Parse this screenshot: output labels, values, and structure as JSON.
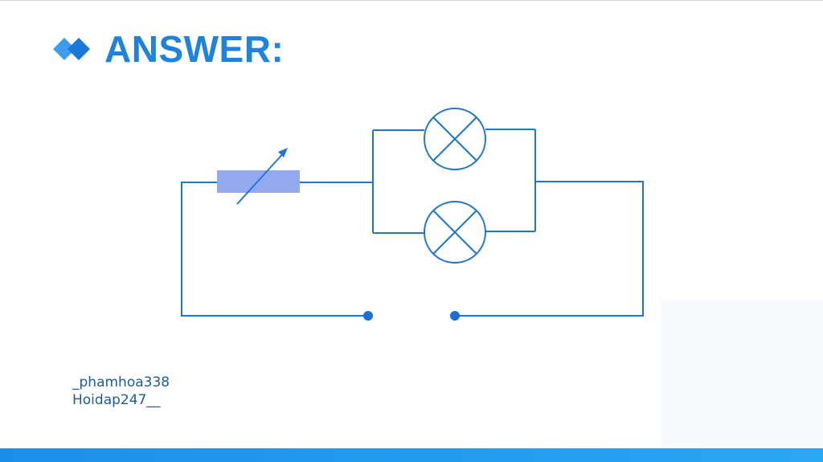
{
  "header": {
    "title": "ANSWER:"
  },
  "watermark": {
    "line1": "_phamhoa338",
    "line2": "Hoidap247__"
  },
  "colors": {
    "accent": "#1f83de",
    "wire": "#2177cc",
    "rheostat_fill": "#93a8ef",
    "watermark": "#1d5c8f",
    "band": "#1b8fe8"
  },
  "icons": {
    "logo": "double-diamond-icon",
    "lamp": "lamp-symbol-icon",
    "rheostat": "variable-resistor-icon",
    "terminal": "switch-terminal-icon"
  }
}
